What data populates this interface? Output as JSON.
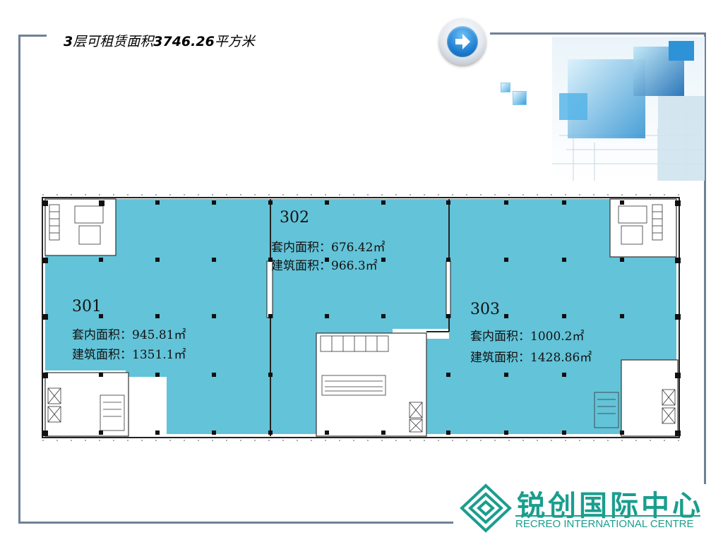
{
  "slide": {
    "title_prefix": "3",
    "title_middle": "层可租赁面积",
    "title_value": "3746.26",
    "title_suffix": "平方米"
  },
  "nav": {
    "next_icon": "arrow-right-icon"
  },
  "plan": {
    "fill_color": "#63c3d8",
    "units": [
      {
        "number": "301",
        "inner_label": "套内面积：945.81㎡",
        "gross_label": "建筑面积：1351.1㎡"
      },
      {
        "number": "302",
        "inner_label": "套内面积：676.42㎡",
        "gross_label": "建筑面积：966.3㎡"
      },
      {
        "number": "303",
        "inner_label": "套内面积：1000.2㎡",
        "gross_label": "建筑面积：1428.86㎡"
      }
    ]
  },
  "logo": {
    "cn": "锐创国际中心",
    "en": "RECREO INTERNATIONAL CENTRE",
    "color": "#1a9e8e"
  }
}
